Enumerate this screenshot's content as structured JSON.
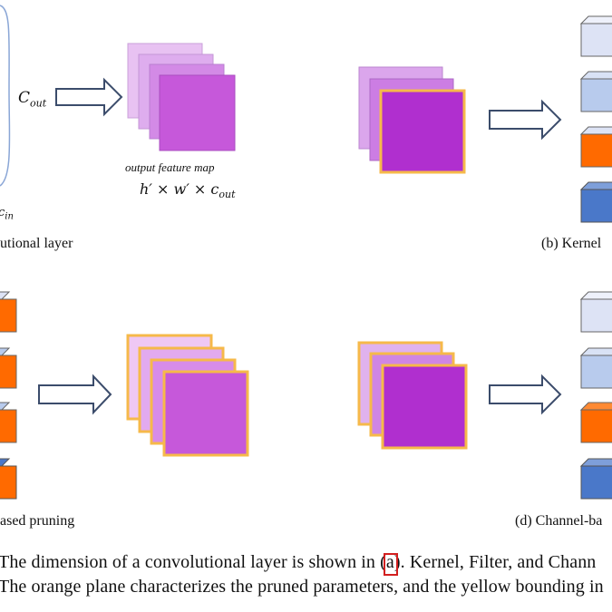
{
  "diagram": {
    "panel_a": {
      "c_out": "C",
      "c_out_sub": "out",
      "c_in_partial": "c",
      "c_in_sub": "in",
      "output_feature_map_label": "output feature map",
      "dims_h": "h′ × w′ × c",
      "dims_sub": "out",
      "caption": "utional layer"
    },
    "panel_b": {
      "caption": "(b) Kernel"
    },
    "panel_c": {
      "caption": "ased pruning"
    },
    "panel_d": {
      "caption": "(d) Channel-ba"
    }
  },
  "figure_caption": {
    "line1_pre": "The dimension of a convolutional layer is shown in (",
    "line1_ref": "a",
    "line1_post": "). Kernel, Filter, and Chann",
    "line2": "The orange plane characterizes the pruned parameters, and the yellow bounding in"
  },
  "colors": {
    "map_light": "#e8c2f2",
    "map_mid": "#d08ae6",
    "map_dark": "#c24fd8",
    "map_deep": "#b02fcf",
    "pruned_orange": "#ff6a00",
    "highlight_yellow": "#f6b94a",
    "cube_light": "#dde3f5",
    "cube_blue_light": "#b8cbed",
    "cube_blue": "#4a78c9",
    "arrow_stroke": "#3b4c6b",
    "ref_box_red": "#d21f1f"
  }
}
